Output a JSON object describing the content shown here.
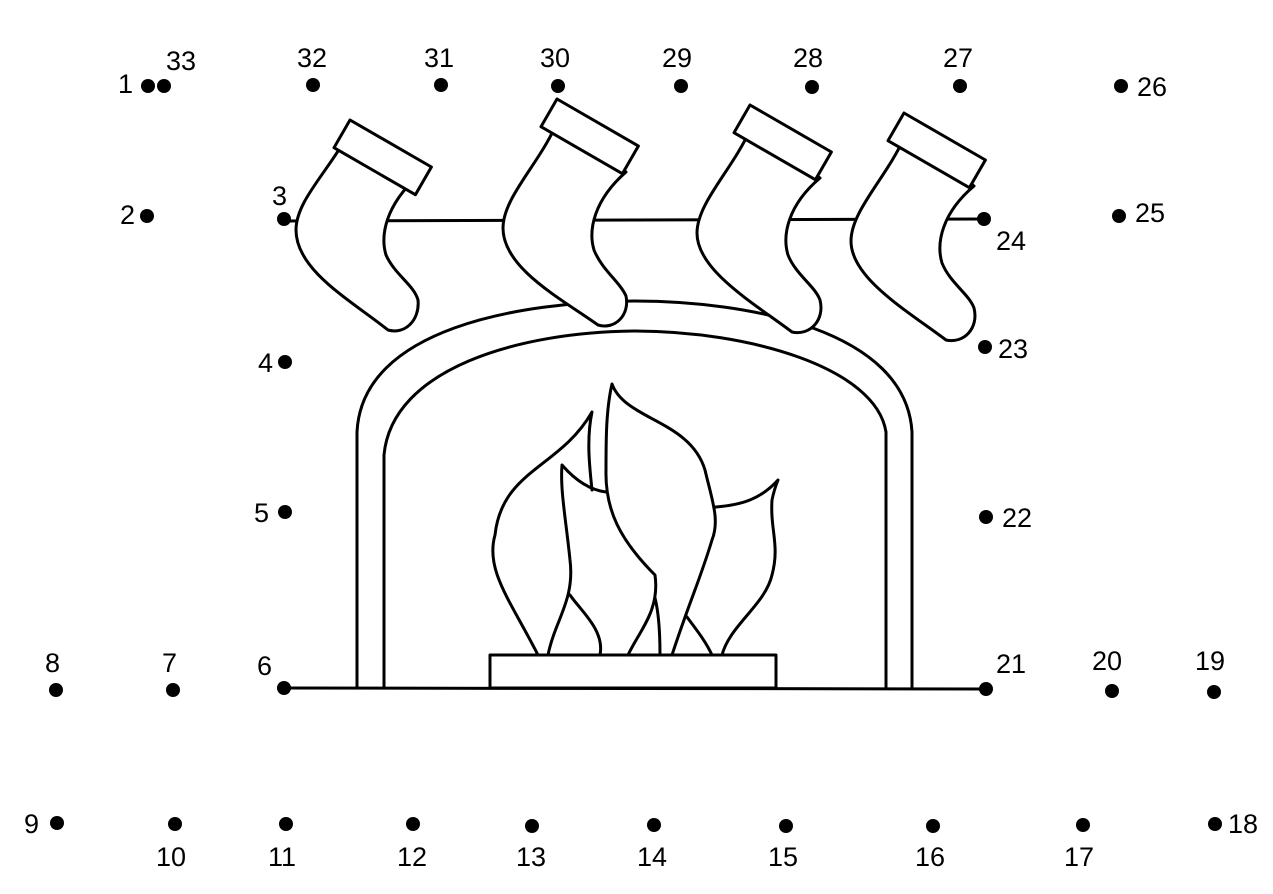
{
  "puzzle": {
    "ink_color": "#000000",
    "background_color": "#ffffff",
    "dots": [
      {
        "label": "1"
      },
      {
        "label": "2"
      },
      {
        "label": "3"
      },
      {
        "label": "4"
      },
      {
        "label": "5"
      },
      {
        "label": "6"
      },
      {
        "label": "7"
      },
      {
        "label": "8"
      },
      {
        "label": "9"
      },
      {
        "label": "10"
      },
      {
        "label": "11"
      },
      {
        "label": "12"
      },
      {
        "label": "13"
      },
      {
        "label": "14"
      },
      {
        "label": "15"
      },
      {
        "label": "16"
      },
      {
        "label": "17"
      },
      {
        "label": "18"
      },
      {
        "label": "19"
      },
      {
        "label": "20"
      },
      {
        "label": "21"
      },
      {
        "label": "22"
      },
      {
        "label": "23"
      },
      {
        "label": "24"
      },
      {
        "label": "25"
      },
      {
        "label": "26"
      },
      {
        "label": "27"
      },
      {
        "label": "28"
      },
      {
        "label": "29"
      },
      {
        "label": "30"
      },
      {
        "label": "31"
      },
      {
        "label": "32"
      },
      {
        "label": "33"
      }
    ]
  }
}
